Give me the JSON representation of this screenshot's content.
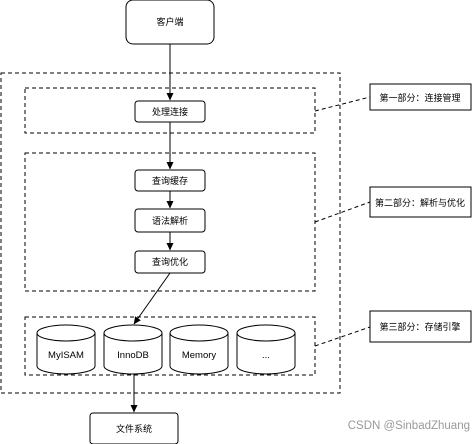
{
  "nodes": {
    "client": "客户端",
    "connection": "处理连接",
    "cache": "查询缓存",
    "parser": "语法解析",
    "optimizer": "查询优化",
    "files": "文件系统"
  },
  "engines": [
    "MyISAM",
    "InnoDB",
    "Memory",
    "..."
  ],
  "callouts": {
    "part1": "第一部分：连接管理",
    "part2": "第二部分：解析与优化",
    "part3": "第三部分：存储引擎"
  },
  "watermark": "CSDN @SinbadZhuang"
}
